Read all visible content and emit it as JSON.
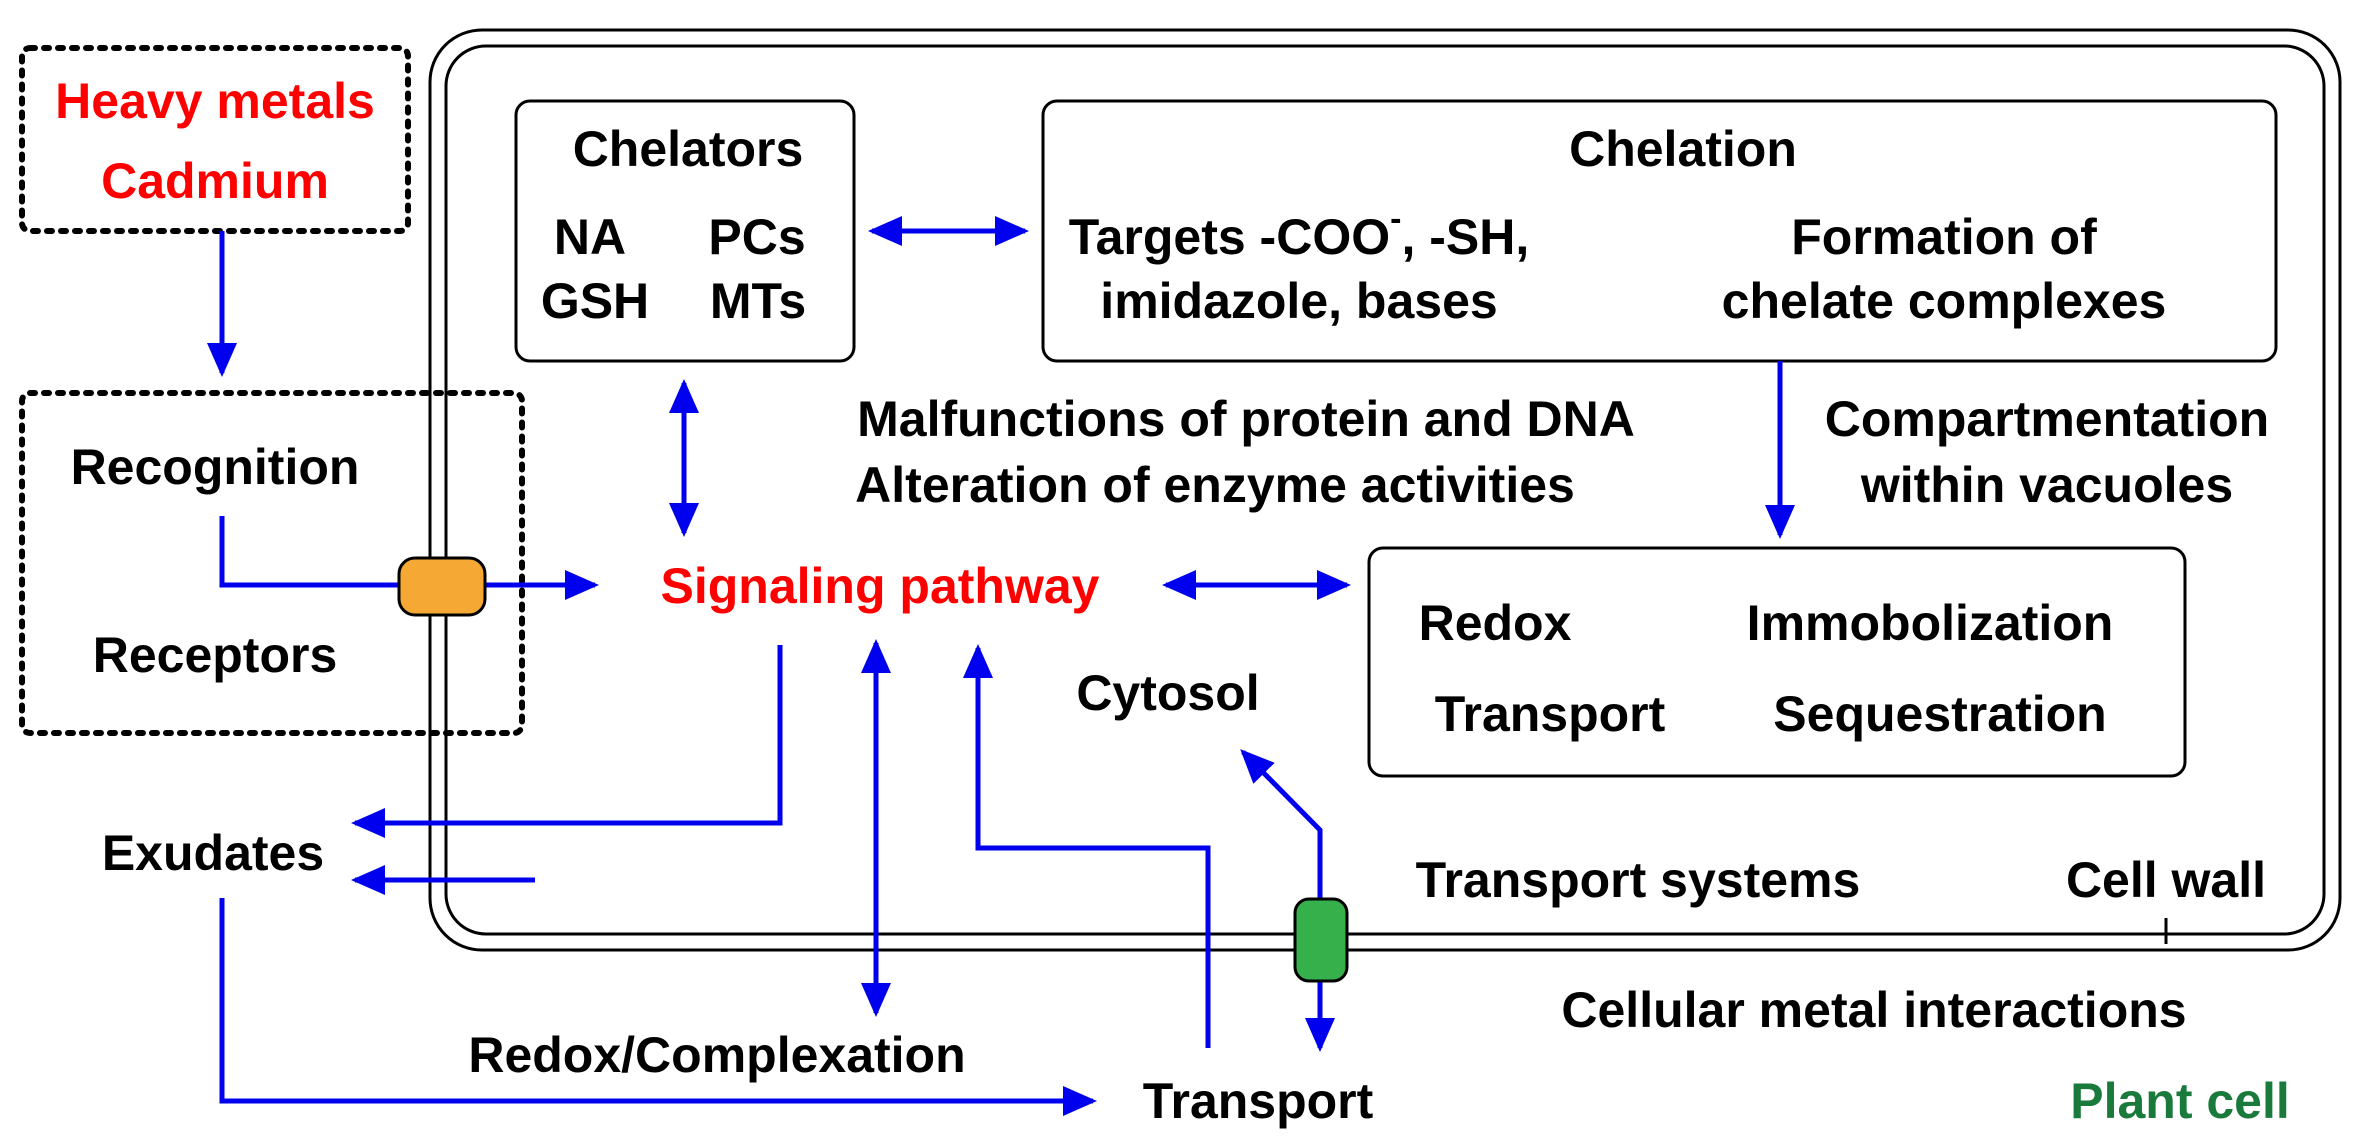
{
  "stimulus": {
    "line1": "Heavy metals",
    "line2": "Cadmium"
  },
  "perception": {
    "recognition": "Recognition",
    "receptors": "Receptors"
  },
  "chelators": {
    "title": "Chelators",
    "na": "NA",
    "pcs": "PCs",
    "gsh": "GSH",
    "mts": "MTs"
  },
  "chelation": {
    "title": "Chelation",
    "targets_line1": "Targets -COO",
    "targets_superscript": "-",
    "targets_line1_tail": ", -SH,",
    "targets_line2": "imidazole, bases",
    "formation_line1": "Formation of",
    "formation_line2": "chelate complexes"
  },
  "effects": {
    "line1": "Malfunctions of protein and DNA",
    "line2": "Alteration of enzyme activities"
  },
  "compartmentation": {
    "line1": "Compartmentation",
    "line2": "within vacuoles"
  },
  "signaling": "Signaling pathway",
  "vacuole_box": {
    "redox": "Redox",
    "immobilization": "Immobolization",
    "transport": "Transport",
    "sequestration": "Sequestration"
  },
  "cytosol": "Cytosol",
  "exudates": "Exudates",
  "transport_systems": "Transport systems",
  "cell_wall": "Cell wall",
  "redox_complexation": "Redox/Complexation",
  "transport": "Transport",
  "cellular_interactions": "Cellular metal interactions",
  "plant_cell": "Plant cell",
  "colors": {
    "arrow": "#0000ee",
    "highlight": "#ff0000",
    "receptor_channel": "#f5a833",
    "transport_channel": "#36b04a",
    "plant_cell_label": "#1a7a3c"
  }
}
